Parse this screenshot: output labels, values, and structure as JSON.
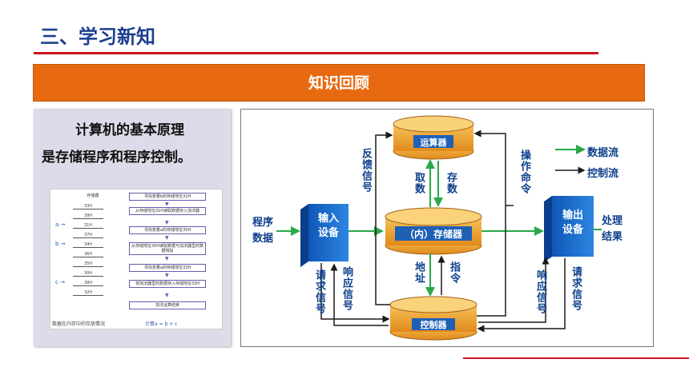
{
  "header": {
    "title": "三、学习新知"
  },
  "banner": {
    "label": "知识回顾"
  },
  "intro": {
    "line1": "计算机的基本原理",
    "line2": "是存储程序和程序控制。"
  },
  "mini_diagram": {
    "memory_header": "存储器",
    "memory_rows": [
      "33H",
      "39H",
      "31H",
      "37H",
      "34H",
      "36H",
      "35H",
      "30H",
      "38H",
      "32H"
    ],
    "pointers": [
      {
        "label": "a",
        "row": 2
      },
      {
        "label": "b",
        "row": 4
      },
      {
        "label": "c",
        "row": 8
      }
    ],
    "footer": "数据在内存中的存放情况",
    "steps": [
      "寻找变量b的存储地址31H",
      "从存储地址31H读取数据存入加法器",
      "寻找变量a的存储地址35H",
      "从存储地址35H读取数据与加法器里的数据相加",
      "寻找变量a的存储地址33H",
      "将加法器里的数据存入存储地址33H",
      "加法运算结束"
    ],
    "formula": "计算a = b + c"
  },
  "diagram": {
    "alu": "运算器",
    "memory": "（内）存储器",
    "controller": "控制器",
    "input_device": "输入设备",
    "output_device": "输出设备",
    "program_data": "程序数据",
    "result": "处理结果",
    "feedback": "反馈信号",
    "fetch": "取数",
    "store": "存数",
    "operation": "操作命令",
    "address": "地址",
    "instruction": "指令",
    "req_left": "请求信号",
    "resp_left": "响应信号",
    "resp_right": "响应信号",
    "req_right": "请求信号",
    "legend_data": "数据流",
    "legend_control": "控制流",
    "colors": {
      "data_flow": "#2aa84a",
      "control_flow": "#1a1a1a",
      "cylinder": "#f2a22e",
      "device": "#1b6fd1"
    }
  }
}
